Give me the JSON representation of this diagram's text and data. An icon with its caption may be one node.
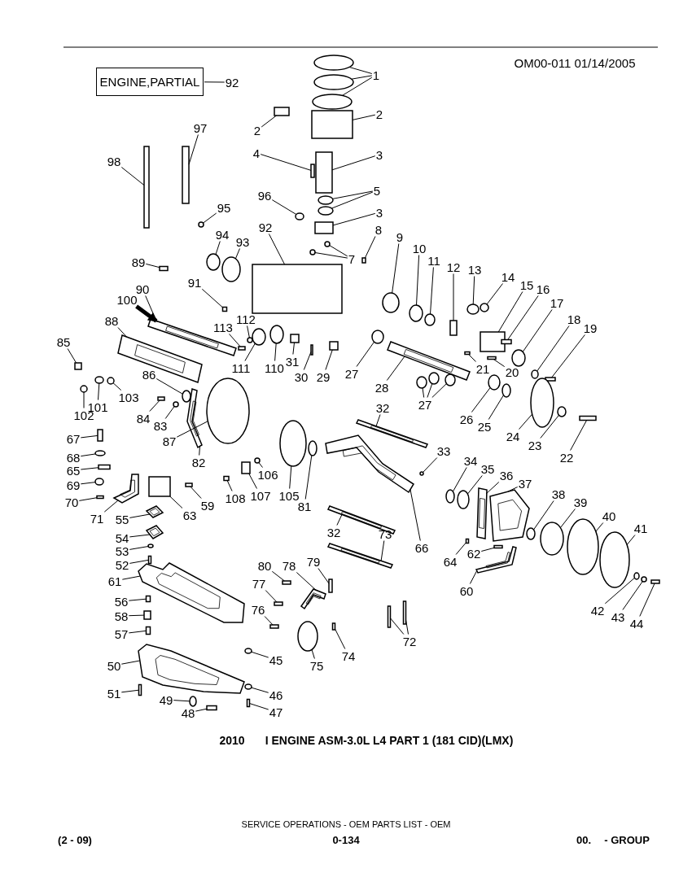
{
  "diagram": {
    "nodes": [
      {
        "text": [
          "ENGINE,PARTIAL"
        ]
      },
      {
        "text": [
          "92"
        ]
      },
      {
        "text": [
          "1"
        ]
      },
      {
        "text": [
          "2"
        ]
      },
      {
        "text": [
          "2"
        ]
      },
      {
        "text": [
          "97"
        ]
      },
      {
        "text": [
          "4"
        ]
      },
      {
        "text": [
          "3"
        ]
      },
      {
        "text": [
          "98"
        ]
      },
      {
        "text": [
          "96"
        ]
      },
      {
        "text": [
          "5"
        ]
      },
      {
        "text": [
          "3"
        ]
      },
      {
        "text": [
          "95"
        ]
      },
      {
        "text": [
          "8"
        ]
      },
      {
        "text": [
          "94"
        ]
      },
      {
        "text": [
          "93"
        ]
      },
      {
        "text": [
          "92"
        ]
      },
      {
        "text": [
          "7"
        ]
      },
      {
        "text": [
          "9"
        ]
      },
      {
        "text": [
          "89"
        ]
      },
      {
        "text": [
          "10"
        ]
      },
      {
        "text": [
          "11"
        ]
      },
      {
        "text": [
          "12"
        ]
      },
      {
        "text": [
          "13"
        ]
      },
      {
        "text": [
          "14"
        ]
      },
      {
        "text": [
          "15"
        ]
      },
      {
        "text": [
          "16"
        ]
      },
      {
        "text": [
          "17"
        ]
      },
      {
        "text": [
          "18"
        ]
      },
      {
        "text": [
          "19"
        ]
      },
      {
        "text": [
          "91"
        ]
      },
      {
        "text": [
          "90"
        ]
      },
      {
        "text": [
          "100"
        ]
      },
      {
        "text": [
          "88"
        ]
      },
      {
        "text": [
          "85"
        ]
      },
      {
        "text": [
          "112"
        ]
      },
      {
        "text": [
          "113"
        ]
      },
      {
        "text": [
          "111"
        ]
      },
      {
        "text": [
          "110"
        ]
      },
      {
        "text": [
          "31"
        ]
      },
      {
        "text": [
          "30"
        ]
      },
      {
        "text": [
          "29"
        ]
      },
      {
        "text": [
          "27"
        ]
      },
      {
        "text": [
          "28"
        ]
      },
      {
        "text": [
          "21"
        ]
      },
      {
        "text": [
          "20"
        ]
      },
      {
        "text": [
          "27"
        ]
      },
      {
        "text": [
          "26"
        ]
      },
      {
        "text": [
          "25"
        ]
      },
      {
        "text": [
          "24"
        ]
      },
      {
        "text": [
          "23"
        ]
      },
      {
        "text": [
          "22"
        ]
      },
      {
        "text": [
          "86"
        ]
      },
      {
        "text": [
          "103"
        ]
      },
      {
        "text": [
          "101"
        ]
      },
      {
        "text": [
          "102"
        ]
      },
      {
        "text": [
          "84"
        ]
      },
      {
        "text": [
          "83"
        ]
      },
      {
        "text": [
          "87"
        ]
      },
      {
        "text": [
          "82"
        ]
      },
      {
        "text": [
          "32"
        ]
      },
      {
        "text": [
          "67"
        ]
      },
      {
        "text": [
          "68"
        ]
      },
      {
        "text": [
          "65"
        ]
      },
      {
        "text": [
          "33"
        ]
      },
      {
        "text": [
          "34"
        ]
      },
      {
        "text": [
          "35"
        ]
      },
      {
        "text": [
          "36"
        ]
      },
      {
        "text": [
          "37"
        ]
      },
      {
        "text": [
          "106"
        ]
      },
      {
        "text": [
          "69"
        ]
      },
      {
        "text": [
          "59"
        ]
      },
      {
        "text": [
          "108"
        ]
      },
      {
        "text": [
          "107"
        ]
      },
      {
        "text": [
          "105"
        ]
      },
      {
        "text": [
          "81"
        ]
      },
      {
        "text": [
          "70"
        ]
      },
      {
        "text": [
          "71"
        ]
      },
      {
        "text": [
          "63"
        ]
      },
      {
        "text": [
          "55"
        ]
      },
      {
        "text": [
          "38"
        ]
      },
      {
        "text": [
          "39"
        ]
      },
      {
        "text": [
          "40"
        ]
      },
      {
        "text": [
          "41"
        ]
      },
      {
        "text": [
          "32"
        ]
      },
      {
        "text": [
          "66"
        ]
      },
      {
        "text": [
          "73"
        ]
      },
      {
        "text": [
          "54"
        ]
      },
      {
        "text": [
          "53"
        ]
      },
      {
        "text": [
          "64"
        ]
      },
      {
        "text": [
          "62"
        ]
      },
      {
        "text": [
          "52"
        ]
      },
      {
        "text": [
          "80"
        ]
      },
      {
        "text": [
          "78"
        ]
      },
      {
        "text": [
          "79"
        ]
      },
      {
        "text": [
          "61"
        ]
      },
      {
        "text": [
          "77"
        ]
      },
      {
        "text": [
          "60"
        ]
      },
      {
        "text": [
          "56"
        ]
      },
      {
        "text": [
          "76"
        ]
      },
      {
        "text": [
          "58"
        ]
      },
      {
        "text": [
          "42"
        ]
      },
      {
        "text": [
          "43"
        ]
      },
      {
        "text": [
          "44"
        ]
      },
      {
        "text": [
          "72"
        ]
      },
      {
        "text": [
          "57"
        ]
      },
      {
        "text": [
          "74"
        ]
      },
      {
        "text": [
          "45"
        ]
      },
      {
        "text": [
          "50"
        ]
      },
      {
        "text": [
          "75"
        ]
      },
      {
        "text": [
          "51"
        ]
      },
      {
        "text": [
          "49"
        ]
      },
      {
        "text": [
          "46"
        ]
      },
      {
        "text": [
          "48"
        ]
      },
      {
        "text": [
          "47"
        ]
      },
      {
        "text": [],
        "shape": "circle"
      },
      {
        "text": [],
        "shape": "circle"
      },
      {
        "text": [],
        "shape": "circle"
      },
      {
        "text": [],
        "shape": "box"
      },
      {
        "text": [],
        "shape": "box"
      },
      {
        "text": [],
        "shape": "box"
      },
      {
        "text": [],
        "shape": "box"
      },
      {
        "text": [],
        "shape": "box"
      },
      {
        "text": [],
        "shape": "box"
      },
      {
        "text": [],
        "shape": "circle"
      },
      {
        "text": [],
        "shape": "circle"
      },
      {
        "text": [],
        "shape": "circle"
      },
      {
        "text": [],
        "shape": "box"
      },
      {
        "text": [],
        "shape": "circle"
      },
      {
        "text": [],
        "shape": "box"
      },
      {
        "text": [],
        "shape": "circle"
      },
      {
        "text": [],
        "shape": "circle"
      },
      {
        "text": [],
        "shape": "box"
      },
      {
        "text": [],
        "shape": "circle"
      },
      {
        "text": [],
        "shape": "circle"
      },
      {
        "text": [],
        "shape": "circle"
      },
      {
        "text": [],
        "shape": "box"
      },
      {
        "text": [],
        "shape": "circle"
      },
      {
        "text": [],
        "shape": "circle"
      },
      {
        "text": [],
        "shape": "box"
      },
      {
        "text": [],
        "shape": "circle"
      },
      {
        "text": [],
        "shape": "circle"
      },
      {
        "text": [],
        "shape": "box"
      },
      {
        "text": [],
        "shape": "box"
      },
      {
        "text": [],
        "shape": "circle"
      },
      {
        "text": [],
        "shape": "circle"
      },
      {
        "text": [],
        "shape": "box"
      },
      {
        "text": [],
        "shape": "box"
      },
      {
        "text": [],
        "shape": "picture"
      },
      {
        "text": [],
        "shape": "picture"
      },
      {
        "text": [],
        "shape": "box"
      },
      {
        "text": [],
        "shape": "circle"
      },
      {
        "text": [],
        "shape": "box"
      },
      {
        "text": [],
        "shape": "circle"
      },
      {
        "text": [],
        "shape": "circle"
      },
      {
        "text": [],
        "shape": "box"
      },
      {
        "text": [],
        "shape": "box"
      },
      {
        "text": [],
        "shape": "box"
      },
      {
        "text": [],
        "shape": "circle"
      },
      {
        "text": [],
        "shape": "picture"
      },
      {
        "text": [],
        "shape": "box"
      },
      {
        "text": [],
        "shape": "box"
      },
      {
        "text": [],
        "shape": "circle"
      },
      {
        "text": [],
        "shape": "circle"
      },
      {
        "text": [],
        "shape": "circle"
      },
      {
        "text": [],
        "shape": "circle"
      },
      {
        "text": [],
        "shape": "circle"
      },
      {
        "text": [],
        "shape": "circle"
      },
      {
        "text": [],
        "shape": "circle"
      },
      {
        "text": [],
        "shape": "box"
      },
      {
        "text": [],
        "shape": "circle"
      },
      {
        "text": [],
        "shape": "circle"
      },
      {
        "text": [],
        "shape": "circle"
      },
      {
        "text": [],
        "shape": "circle"
      },
      {
        "text": [],
        "shape": "box"
      },
      {
        "text": [],
        "shape": "circle"
      },
      {
        "text": [],
        "shape": "circle"
      },
      {
        "text": [],
        "shape": "picture"
      },
      {
        "text": [],
        "shape": "picture"
      },
      {
        "text": [],
        "shape": "box"
      },
      {
        "text": [],
        "shape": "circle"
      },
      {
        "text": [],
        "shape": "box"
      },
      {
        "text": [],
        "shape": "circle"
      },
      {
        "text": [],
        "shape": "circle"
      },
      {
        "text": [],
        "shape": "circle"
      },
      {
        "text": [],
        "shape": "picture"
      },
      {
        "text": [],
        "shape": "picture"
      },
      {
        "text": [],
        "shape": "circle"
      },
      {
        "text": [],
        "shape": "circle"
      },
      {
        "text": [],
        "shape": "box"
      },
      {
        "text": [],
        "shape": "box"
      },
      {
        "text": [],
        "shape": "box"
      },
      {
        "text": [],
        "shape": "circle"
      },
      {
        "text": [],
        "shape": "circle"
      },
      {
        "text": [],
        "shape": "box"
      },
      {
        "text": [],
        "shape": "picture"
      },
      {
        "text": [],
        "shape": "box"
      },
      {
        "text": [],
        "shape": "picture"
      },
      {
        "text": [],
        "shape": "circle"
      },
      {
        "text": [],
        "shape": "circle"
      },
      {
        "text": [],
        "shape": "circle"
      },
      {
        "text": [],
        "shape": "circle"
      },
      {
        "text": [],
        "shape": "picture"
      },
      {
        "text": [],
        "shape": "picture"
      },
      {
        "text": [],
        "shape": "picture"
      },
      {
        "text": [],
        "shape": "picture"
      },
      {
        "text": [],
        "shape": "circle"
      },
      {
        "text": [],
        "shape": "box"
      },
      {
        "text": [],
        "shape": "box"
      },
      {
        "text": [],
        "shape": "box"
      },
      {
        "text": [],
        "shape": "box"
      },
      {
        "text": [],
        "shape": "picture"
      },
      {
        "text": [],
        "shape": "box"
      },
      {
        "text": [],
        "shape": "picture"
      },
      {
        "text": [],
        "shape": "box"
      },
      {
        "text": [],
        "shape": "picture"
      },
      {
        "text": [],
        "shape": "box"
      },
      {
        "text": [],
        "shape": "box"
      },
      {
        "text": [],
        "shape": "box"
      },
      {
        "text": [],
        "shape": "circle"
      },
      {
        "text": [],
        "shape": "circle"
      },
      {
        "text": [],
        "shape": "box"
      },
      {
        "text": [],
        "shape": "box"
      },
      {
        "text": [],
        "shape": "box"
      },
      {
        "text": [],
        "shape": "box"
      },
      {
        "text": [],
        "shape": "box"
      },
      {
        "text": [],
        "shape": "circle"
      },
      {
        "text": [],
        "shape": "picture"
      },
      {
        "text": [],
        "shape": "circle"
      },
      {
        "text": [],
        "shape": "box"
      },
      {
        "text": [],
        "shape": "circle"
      },
      {
        "text": [],
        "shape": "circle"
      },
      {
        "text": [],
        "shape": "box"
      },
      {
        "text": [],
        "shape": "box"
      }
    ],
    "edges": [
      {
        "from": 1,
        "to": 0,
        "arrow": "none"
      },
      {
        "from": 2,
        "to": 115,
        "arrow": "none"
      },
      {
        "from": 2,
        "to": 116,
        "arrow": "none"
      },
      {
        "from": 2,
        "to": 117,
        "arrow": "none"
      },
      {
        "from": 3,
        "to": 118,
        "arrow": "none"
      },
      {
        "from": 4,
        "to": 119,
        "arrow": "none"
      },
      {
        "from": 5,
        "to": 120,
        "arrow": "none"
      },
      {
        "from": 6,
        "to": 121,
        "arrow": "none"
      },
      {
        "from": 7,
        "to": 122,
        "arrow": "none"
      },
      {
        "from": 8,
        "to": 123,
        "arrow": "none"
      },
      {
        "from": 9,
        "to": 124,
        "arrow": "none"
      },
      {
        "from": 10,
        "to": 125,
        "arrow": "none"
      },
      {
        "from": 10,
        "to": 126,
        "arrow": "none"
      },
      {
        "from": 11,
        "to": 127,
        "arrow": "none"
      },
      {
        "from": 12,
        "to": 128,
        "arrow": "none"
      },
      {
        "from": 13,
        "to": 129,
        "arrow": "none"
      },
      {
        "from": 14,
        "to": 130,
        "arrow": "none"
      },
      {
        "from": 15,
        "to": 131,
        "arrow": "none"
      },
      {
        "from": 16,
        "to": 132,
        "arrow": "none"
      },
      {
        "from": 17,
        "to": 133,
        "arrow": "none"
      },
      {
        "from": 17,
        "to": 134,
        "arrow": "none"
      },
      {
        "from": 18,
        "to": 135,
        "arrow": "none"
      },
      {
        "from": 19,
        "to": 136,
        "arrow": "none"
      },
      {
        "from": 20,
        "to": 137,
        "arrow": "none"
      },
      {
        "from": 21,
        "to": 138,
        "arrow": "none"
      },
      {
        "from": 22,
        "to": 139,
        "arrow": "none"
      },
      {
        "from": 23,
        "to": 140,
        "arrow": "none"
      },
      {
        "from": 24,
        "to": 141,
        "arrow": "none"
      },
      {
        "from": 25,
        "to": 142,
        "arrow": "none"
      },
      {
        "from": 26,
        "to": 143,
        "arrow": "none"
      },
      {
        "from": 27,
        "to": 144,
        "arrow": "none"
      },
      {
        "from": 28,
        "to": 145,
        "arrow": "none"
      },
      {
        "from": 29,
        "to": 146,
        "arrow": "none"
      },
      {
        "from": 30,
        "to": 147,
        "arrow": "none"
      },
      {
        "from": 31,
        "to": 148,
        "arrow": "none"
      },
      {
        "from": 32,
        "to": 148,
        "arrow": "to",
        "style": "thick"
      },
      {
        "from": 33,
        "to": 149,
        "arrow": "none"
      },
      {
        "from": 34,
        "to": 150,
        "arrow": "none"
      },
      {
        "from": 35,
        "to": 151,
        "arrow": "none"
      },
      {
        "from": 36,
        "to": 152,
        "arrow": "none"
      },
      {
        "from": 37,
        "to": 153,
        "arrow": "none"
      },
      {
        "from": 38,
        "to": 154,
        "arrow": "none"
      },
      {
        "from": 39,
        "to": 155,
        "arrow": "none"
      },
      {
        "from": 40,
        "to": 156,
        "arrow": "none"
      },
      {
        "from": 41,
        "to": 157,
        "arrow": "none"
      },
      {
        "from": 42,
        "to": 158,
        "arrow": "none"
      },
      {
        "from": 43,
        "to": 159,
        "arrow": "none"
      },
      {
        "from": 44,
        "to": 160,
        "arrow": "none"
      },
      {
        "from": 45,
        "to": 161,
        "arrow": "none"
      },
      {
        "from": 46,
        "to": 162,
        "arrow": "none"
      },
      {
        "from": 46,
        "to": 163,
        "arrow": "none"
      },
      {
        "from": 46,
        "to": 164,
        "arrow": "none"
      },
      {
        "from": 47,
        "to": 165,
        "arrow": "none"
      },
      {
        "from": 48,
        "to": 166,
        "arrow": "none"
      },
      {
        "from": 49,
        "to": 167,
        "arrow": "none"
      },
      {
        "from": 50,
        "to": 168,
        "arrow": "none"
      },
      {
        "from": 51,
        "to": 169,
        "arrow": "none"
      },
      {
        "from": 52,
        "to": 170,
        "arrow": "none"
      },
      {
        "from": 53,
        "to": 171,
        "arrow": "none"
      },
      {
        "from": 54,
        "to": 172,
        "arrow": "none"
      },
      {
        "from": 55,
        "to": 173,
        "arrow": "none"
      },
      {
        "from": 56,
        "to": 174,
        "arrow": "none"
      },
      {
        "from": 57,
        "to": 175,
        "arrow": "none"
      },
      {
        "from": 58,
        "to": 176,
        "arrow": "none"
      },
      {
        "from": 59,
        "to": 177,
        "arrow": "none"
      },
      {
        "from": 60,
        "to": 178,
        "arrow": "none"
      },
      {
        "from": 61,
        "to": 179,
        "arrow": "none"
      },
      {
        "from": 62,
        "to": 180,
        "arrow": "none"
      },
      {
        "from": 63,
        "to": 181,
        "arrow": "none"
      },
      {
        "from": 64,
        "to": 182,
        "arrow": "none"
      },
      {
        "from": 65,
        "to": 183,
        "arrow": "none"
      },
      {
        "from": 66,
        "to": 184,
        "arrow": "none"
      },
      {
        "from": 67,
        "to": 185,
        "arrow": "none"
      },
      {
        "from": 68,
        "to": 186,
        "arrow": "none"
      },
      {
        "from": 69,
        "to": 187,
        "arrow": "none"
      },
      {
        "from": 70,
        "to": 188,
        "arrow": "none"
      },
      {
        "from": 71,
        "to": 189,
        "arrow": "none"
      },
      {
        "from": 72,
        "to": 190,
        "arrow": "none"
      },
      {
        "from": 73,
        "to": 191,
        "arrow": "none"
      },
      {
        "from": 74,
        "to": 192,
        "arrow": "none"
      },
      {
        "from": 75,
        "to": 193,
        "arrow": "none"
      },
      {
        "from": 76,
        "to": 194,
        "arrow": "none"
      },
      {
        "from": 77,
        "to": 195,
        "arrow": "none"
      },
      {
        "from": 78,
        "to": 196,
        "arrow": "none"
      },
      {
        "from": 79,
        "to": 197,
        "arrow": "none"
      },
      {
        "from": 80,
        "to": 198,
        "arrow": "none"
      },
      {
        "from": 81,
        "to": 199,
        "arrow": "none"
      },
      {
        "from": 82,
        "to": 200,
        "arrow": "none"
      },
      {
        "from": 83,
        "to": 201,
        "arrow": "none"
      },
      {
        "from": 84,
        "to": 202,
        "arrow": "none"
      },
      {
        "from": 85,
        "to": 203,
        "arrow": "none"
      },
      {
        "from": 86,
        "to": 204,
        "arrow": "none"
      },
      {
        "from": 87,
        "to": 205,
        "arrow": "none"
      },
      {
        "from": 88,
        "to": 206,
        "arrow": "none"
      },
      {
        "from": 89,
        "to": 207,
        "arrow": "none"
      },
      {
        "from": 90,
        "to": 208,
        "arrow": "none"
      },
      {
        "from": 91,
        "to": 209,
        "arrow": "none"
      },
      {
        "from": 92,
        "to": 210,
        "arrow": "none"
      },
      {
        "from": 93,
        "to": 211,
        "arrow": "none"
      },
      {
        "from": 94,
        "to": 212,
        "arrow": "none"
      },
      {
        "from": 95,
        "to": 213,
        "arrow": "none"
      },
      {
        "from": 96,
        "to": 214,
        "arrow": "none"
      },
      {
        "from": 97,
        "to": 215,
        "arrow": "none"
      },
      {
        "from": 98,
        "to": 216,
        "arrow": "none"
      },
      {
        "from": 99,
        "to": 217,
        "arrow": "none"
      },
      {
        "from": 100,
        "to": 218,
        "arrow": "none"
      },
      {
        "from": 101,
        "to": 219,
        "arrow": "none"
      },
      {
        "from": 102,
        "to": 220,
        "arrow": "none"
      },
      {
        "from": 103,
        "to": 221,
        "arrow": "none"
      },
      {
        "from": 104,
        "to": 222,
        "arrow": "none"
      },
      {
        "from": 104,
        "to": 223,
        "arrow": "none"
      },
      {
        "from": 105,
        "to": 224,
        "arrow": "none"
      },
      {
        "from": 106,
        "to": 225,
        "arrow": "none"
      },
      {
        "from": 107,
        "to": 226,
        "arrow": "none"
      },
      {
        "from": 108,
        "to": 227,
        "arrow": "none"
      },
      {
        "from": 109,
        "to": 228,
        "arrow": "none"
      },
      {
        "from": 110,
        "to": 229,
        "arrow": "none"
      },
      {
        "from": 111,
        "to": 230,
        "arrow": "none"
      },
      {
        "from": 112,
        "to": 231,
        "arrow": "none"
      },
      {
        "from": 113,
        "to": 232,
        "arrow": "none"
      },
      {
        "from": 114,
        "to": 233,
        "arrow": "none"
      }
    ],
    "labels": [
      "OM00-011 01/14/2005",
      "2010",
      "I ENGINE ASM-3.0L L4 PART 1 (181 CID)(LMX)",
      "SERVICE OPERATIONS - OEM PARTS LIST - OEM",
      "(2 - 09)",
      "0-134",
      "00.",
      "- GROUP"
    ]
  }
}
